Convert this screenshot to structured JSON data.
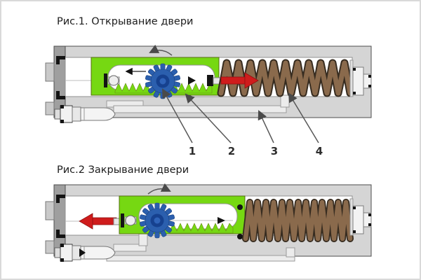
{
  "figure1": {
    "title": "Рис.1.  Открывание двери",
    "callouts": [
      {
        "label": "1",
        "target": "pinion-gear"
      },
      {
        "label": "2",
        "target": "piston-rack"
      },
      {
        "label": "3",
        "target": "housing-chamber"
      },
      {
        "label": "4",
        "target": "spring"
      }
    ]
  },
  "figure2": {
    "title": "Рис.2 Закрывание двери"
  },
  "colors": {
    "piston_green": "#76d812",
    "gear_blue": "#2b5fae",
    "gear_hub_blue": "#16418f",
    "spring_brown": "#8a6a4c",
    "spring_outline": "#372c20",
    "arrow_red": "#cf1c1c",
    "housing_gray": "#d5d5d5",
    "housing_dark_gray": "#9f9f9f"
  }
}
